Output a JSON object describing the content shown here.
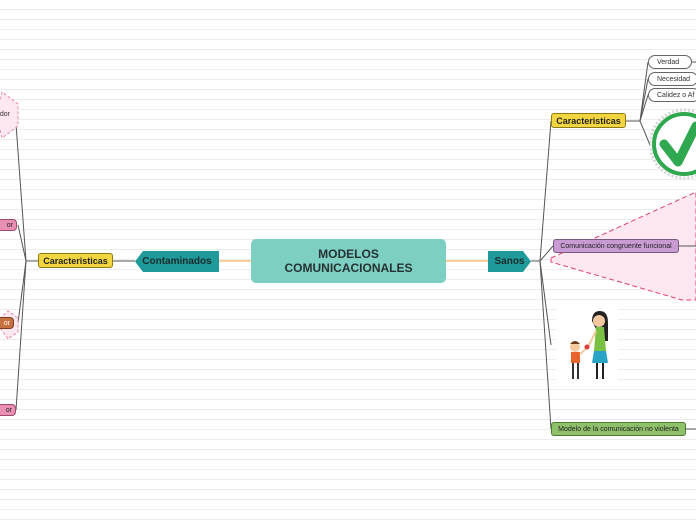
{
  "central": {
    "line1": "MODELOS",
    "line2": "COMUNICACIONALES"
  },
  "left_branch": {
    "label": "Contaminados",
    "characteristics_label": "Caracteristicas",
    "children": [
      {
        "label": "dor"
      },
      {
        "label": "or"
      },
      {
        "label": "or"
      },
      {
        "label": "or"
      }
    ]
  },
  "right_branch": {
    "label": "Sanos",
    "characteristics": {
      "label": "Caracteristicas",
      "items": [
        "Verdad",
        "Necesidad",
        "Calidez o Af"
      ]
    },
    "congruent": {
      "label": "Comunicación congruente funcional"
    },
    "nonviolent": {
      "label": "Modelo de la comunicación no violenta"
    },
    "illustration_icon": "woman-and-child-illustration",
    "check_icon": "green-checkmark-icon"
  },
  "colors": {
    "central": "#7dcfc2",
    "branch_tag": "#1f9a9a",
    "yellow": "#f2d641",
    "purple": "#c99bd3",
    "green": "#8fc06a",
    "pink": "#e98fb4",
    "brown": "#c7703f",
    "connector": "#f0a040"
  }
}
